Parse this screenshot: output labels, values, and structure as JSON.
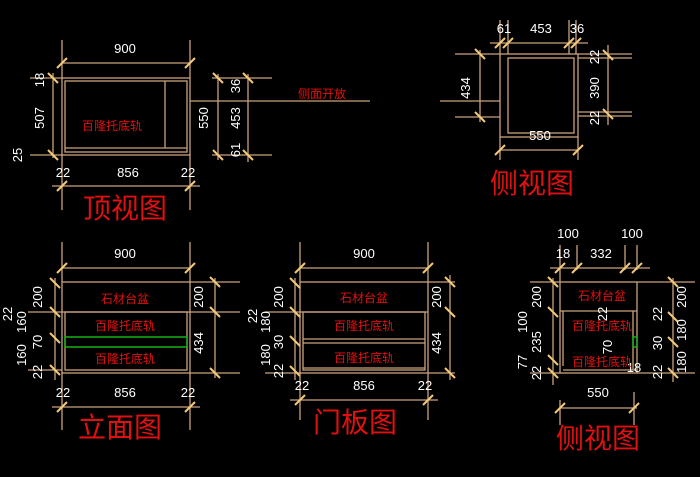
{
  "colors": {
    "background": "#000000",
    "lines": "#c9a27c",
    "ticks": "#f2c879",
    "dimensions": "#ffffff",
    "labels": "#e01010",
    "highlight": "#19b019"
  },
  "top_view": {
    "title": "顶视图",
    "label": "百隆托底轨",
    "side_note": "侧面开放",
    "width": "900",
    "left_dims": [
      "18",
      "507",
      "25"
    ],
    "bottom_dims": [
      "22",
      "856",
      "22"
    ],
    "depth": "550",
    "right_dims": [
      "36",
      "453",
      "61"
    ]
  },
  "side_view_top": {
    "title": "侧视图",
    "top_dims": [
      "61",
      "453",
      "36"
    ],
    "height": "434",
    "right_dims": [
      "22",
      "390",
      "22"
    ],
    "width": "550"
  },
  "elevation": {
    "title": "立面图",
    "width": "900",
    "top_label": "石材台盆",
    "drawer_labels": [
      "百隆托底轨",
      "百隆托底轨"
    ],
    "left_dims": [
      "200",
      "22",
      "160",
      "70",
      "160",
      "22"
    ],
    "right_dims": [
      "200",
      "434"
    ],
    "bottom_dims": [
      "22",
      "856",
      "22"
    ]
  },
  "door_view": {
    "title": "门板图",
    "width": "900",
    "top_label": "石材台盆",
    "drawer_labels": [
      "百隆托底轨",
      "百隆托底轨"
    ],
    "left_dims": [
      "200",
      "22",
      "180",
      "180",
      "30",
      "22"
    ],
    "right_dims": [
      "200",
      "434"
    ],
    "bottom_dims": [
      "22",
      "856",
      "22"
    ]
  },
  "side_view_bottom": {
    "title": "侧视图",
    "top_dims": [
      "100",
      "100",
      "18",
      "332"
    ],
    "top_label": "石材台盆",
    "drawer_labels": [
      "百隆托底轨",
      "百隆托底轨"
    ],
    "left_dims": [
      "200",
      "100",
      "235",
      "77",
      "22"
    ],
    "inner_dims": [
      "22",
      "70",
      "18"
    ],
    "right_dims": [
      "200",
      "22",
      "180",
      "30",
      "180",
      "22"
    ],
    "width": "550"
  }
}
